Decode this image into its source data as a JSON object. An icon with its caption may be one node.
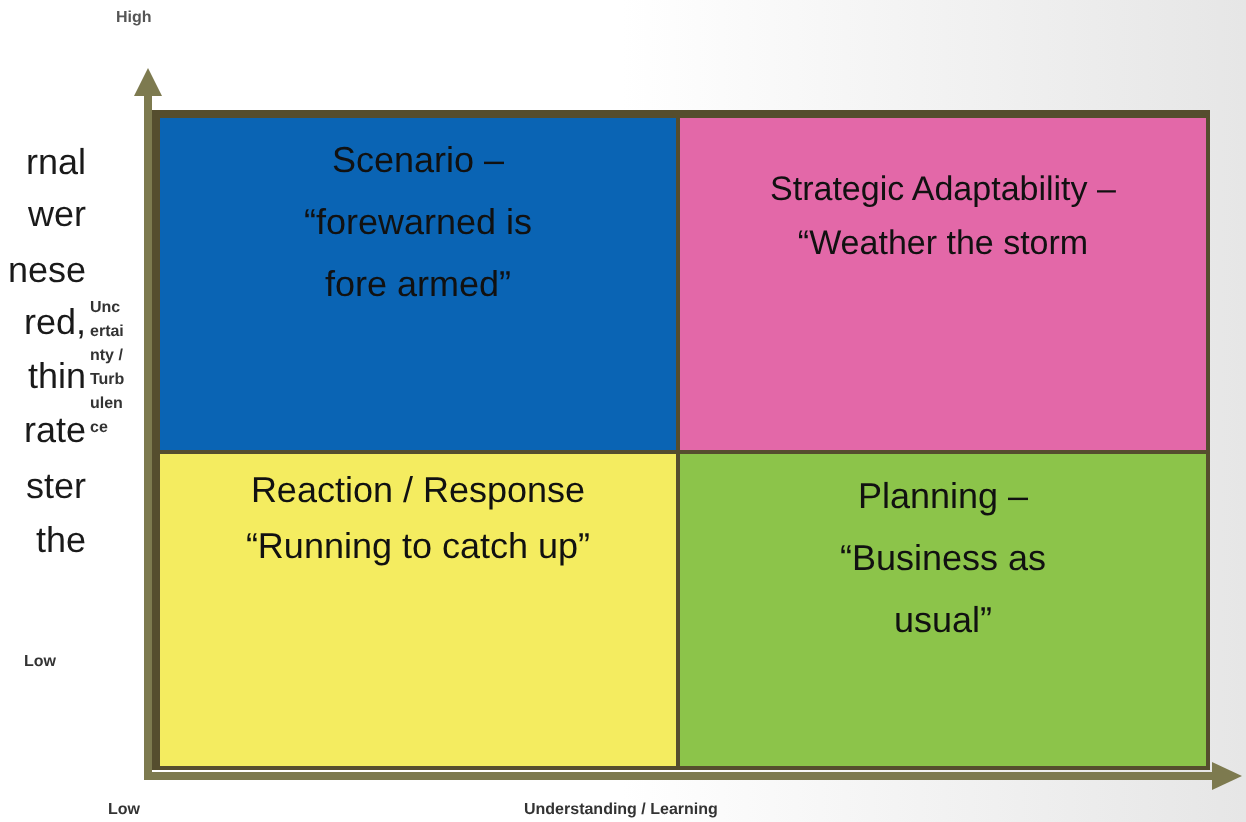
{
  "diagram": {
    "nodes": [
      {
        "text": [
          "Scenario – “forewarned is fore armed”"
        ]
      },
      {
        "text": [
          "Strategic Adaptability – “Weather the storm"
        ]
      },
      {
        "text": [
          "Reaction / Response “Running to catch up”"
        ]
      },
      {
        "text": [
          "Planning – “Business as usual”"
        ]
      }
    ],
    "labels": [
      "High",
      "rnal",
      "wer",
      "nese",
      "red,",
      "thin",
      "rate",
      "ster",
      "the",
      "Uncertainty / Turbulence",
      "Low",
      "Low",
      "Understanding / Learning"
    ]
  }
}
